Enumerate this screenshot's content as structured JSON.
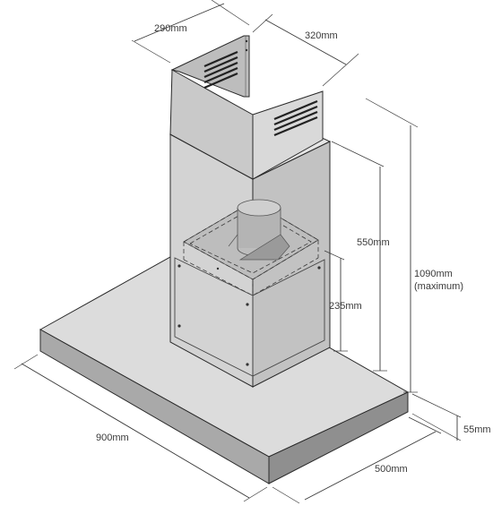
{
  "dimensions": {
    "chimney_depth": "290mm",
    "chimney_width": "320mm",
    "chimney_height": "550mm",
    "lower_chimney_height": "235mm",
    "total_height_value": "1090mm",
    "total_height_note": "(maximum)",
    "hood_width": "900mm",
    "hood_depth": "500mm",
    "canopy_thickness": "55mm"
  },
  "colors": {
    "canopy_top": "#dcdcdc",
    "canopy_front": "#a9a9a9",
    "canopy_right": "#8f8f8f",
    "chimney_left": "#d3d3d3",
    "chimney_right": "#c2c2c2",
    "inner_back": "#b9b9b9",
    "duct": "#b4b4b4",
    "vent": "#222222"
  }
}
